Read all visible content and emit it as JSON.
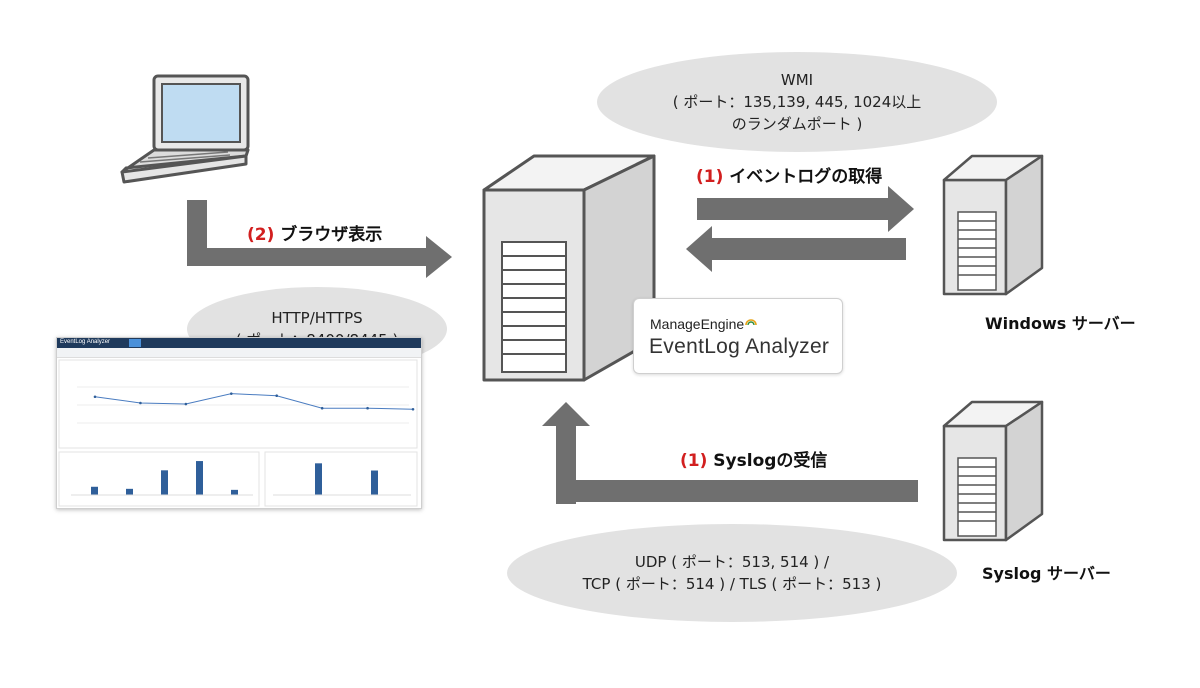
{
  "wmi_bubble": {
    "line1": "WMI",
    "line2": "( ポート：135,139, 445, 1024以上",
    "line3": "のランダムポート )"
  },
  "http_bubble": {
    "line1": "HTTP/HTTPS",
    "line2": "( ポート：8400/8445 )"
  },
  "syslog_bubble": {
    "line1": "UDP ( ポート：513, 514 ) /",
    "line2": "TCP ( ポート：514 ) / TLS ( ポート：513 )"
  },
  "captions": {
    "event_num": "(1)",
    "event_text": "イベントログの取得",
    "browser_num": "(2)",
    "browser_text": "ブラウザ表示",
    "syslog_num": "(1)",
    "syslog_text": "Syslogの受信"
  },
  "servers": {
    "windows_label": "Windows サーバー",
    "syslog_label": "Syslog サーバー"
  },
  "logo": {
    "brand": "ManageEngine",
    "product": "EventLog Analyzer"
  },
  "dashboard": {
    "brand": "EventLog Analyzer",
    "line_values": [
      62,
      50,
      48,
      68,
      64,
      40,
      40,
      38
    ],
    "bars_left": [
      8,
      6,
      24,
      33,
      5
    ],
    "bars_right": [
      22,
      17
    ]
  },
  "colors": {
    "arrow": "#6f6f6f",
    "bubble": "#e2e2e2",
    "accent_red": "#d21f1f",
    "chart_blue": "#2f5f9a"
  }
}
